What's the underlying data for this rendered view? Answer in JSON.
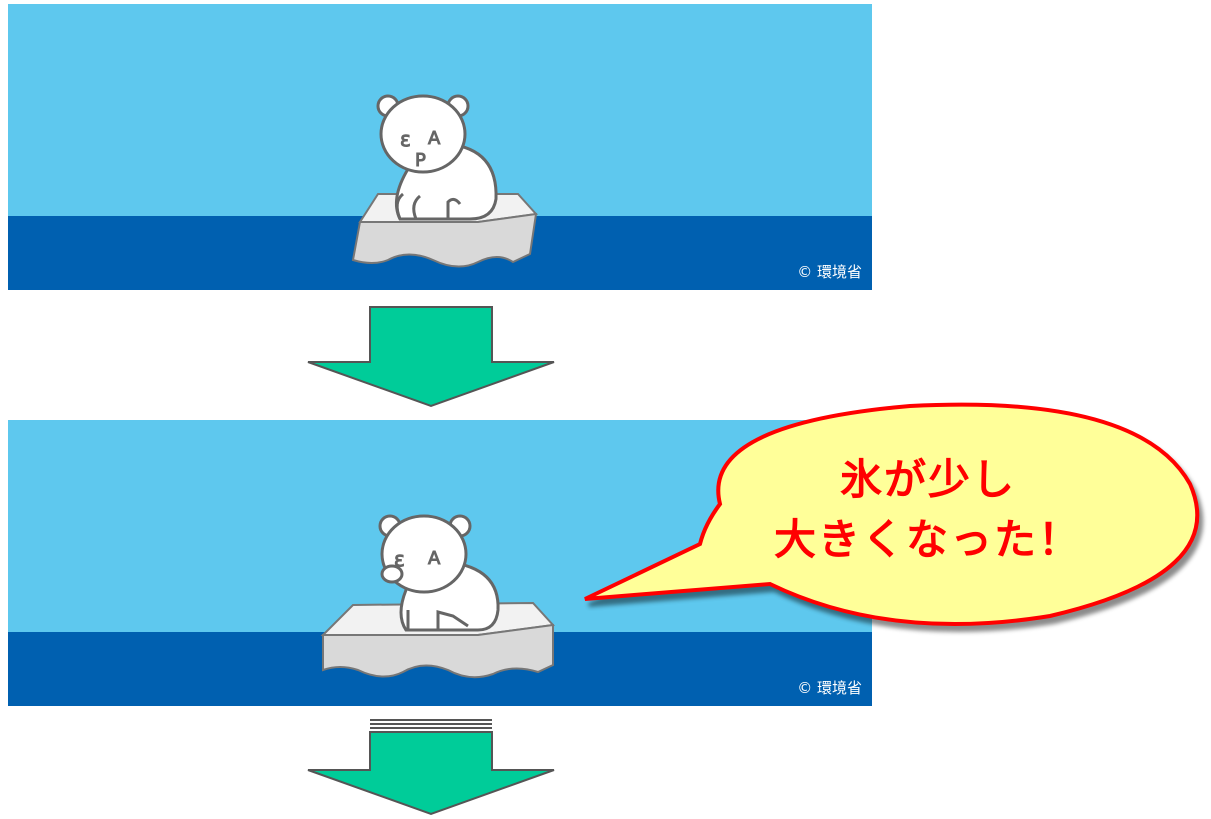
{
  "panels": [
    {
      "credit": "© 環境省",
      "state": "small-ice"
    },
    {
      "credit": "© 環境省",
      "state": "larger-ice"
    }
  ],
  "callout": {
    "line1": "氷が少し",
    "line2": "大きくなった！"
  },
  "colors": {
    "sky": "#5ec8ee",
    "sea": "#0060b0",
    "arrow": "#00cc99",
    "callout_fill": "#ffff99",
    "callout_border": "#ff0000",
    "callout_text": "#ff0000"
  }
}
